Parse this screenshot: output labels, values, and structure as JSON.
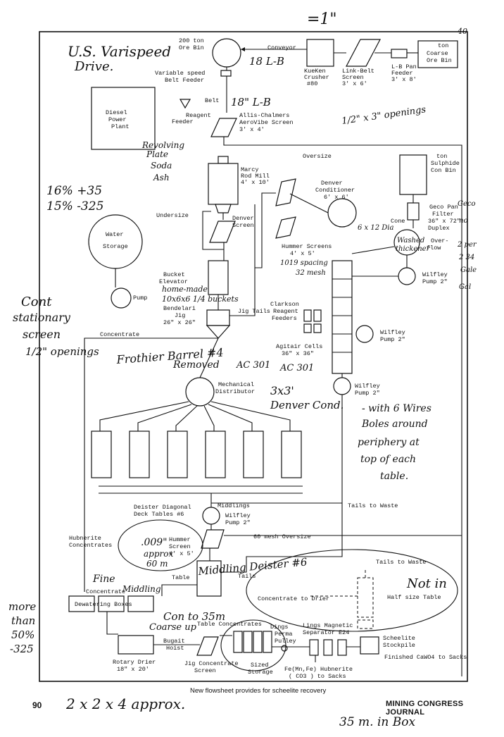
{
  "caption": "New flowsheet provides for scheelite recovery",
  "footer": {
    "page_number": "90",
    "journal": "MINING CONGRESS JOURNAL"
  },
  "labels": {
    "ore_bin_200": [
      "200 ton",
      "Ore Bin"
    ],
    "conveyor": "Conveyor",
    "kueken": [
      "KueKen",
      "Crusher",
      "#80"
    ],
    "linkbelt": [
      "Link-Belt",
      "Screen",
      "3' x 6'"
    ],
    "lb_feeder": [
      "L-B Pan",
      "Feeder",
      "3' x 8'"
    ],
    "coarse_bin": [
      "ton",
      "Coarse",
      "Ore Bin"
    ],
    "variable_feeder": [
      "Variable speed",
      "Belt Feeder"
    ],
    "belt": "Belt",
    "diesel": [
      "Diesel",
      "Power",
      "Plant"
    ],
    "reagent_feeder": [
      "Reagent",
      "Feeder"
    ],
    "aerovibe": [
      "Allis-Chalmers",
      "AeroVibe Screen",
      "3' x 4'"
    ],
    "sulphide_bin": [
      "ton",
      "Sulphide",
      "Con Bin"
    ],
    "oversize": "Oversize",
    "marcy": [
      "Marcy",
      "Rod Mill",
      "4' x 10'"
    ],
    "denver_cond": [
      "Denver",
      "Conditioner",
      "6' x 6'"
    ],
    "geco": [
      "Geco Pan",
      "Filter",
      "36\" x 72\"",
      "Duplex"
    ],
    "undersize": "Undersize",
    "denver_screen": [
      "Denver",
      "Screen"
    ],
    "water": [
      "Water",
      "Storage"
    ],
    "pump": "Pump",
    "hummer_screens": [
      "Hummer Screens",
      "4' x 5'"
    ],
    "cone": "Cone",
    "overflow": [
      "Over-",
      "flow"
    ],
    "wilfley1": [
      "Wilfley",
      "Pump 2\""
    ],
    "bucket_elev": [
      "Bucket",
      "Elevator"
    ],
    "jig_tails": "Jig Tails",
    "clarkson": [
      "Clarkson",
      "Reagent",
      "Feeders"
    ],
    "bendelari": [
      "Bendelari",
      "Jig",
      "26\" x 26\""
    ],
    "wilfley2": [
      "Wilfley",
      "Pump 2\""
    ],
    "concentrate": "Concentrate",
    "agitair": [
      "Agitair Cells",
      "36\" x 36\""
    ],
    "mech_dist": [
      "Mechanical",
      "Distributor"
    ],
    "wilfley3": [
      "Wilfley",
      "Pump 2\""
    ],
    "deister": [
      "Deister Diagonal",
      "Deck Tables #6"
    ],
    "middlings": "Middlings",
    "tails_waste": "Tails to Waste",
    "wilfley4": [
      "Wilfley",
      "Pump 2\""
    ],
    "hubnerite_conc": [
      "Hubnerite",
      "Concentrates"
    ],
    "mesh60": "60 mesh Oversize",
    "hummer_screen": [
      "Hummer",
      "Screen",
      "4' x 5'"
    ],
    "table": "Table",
    "tails": "Tails",
    "tails_waste2": "Tails to Waste",
    "conc_drier": "Concentrate to Drier",
    "half_table": "Half size Table",
    "dewatering": [
      "Concentrate",
      "Dewatering Boxes"
    ],
    "table_conc": "Table Concentrates",
    "dings": [
      "Dings",
      "Perma",
      "Pulley"
    ],
    "lings": [
      "Lings Magnetic",
      "Separator E24"
    ],
    "scheelite": [
      "Scheelite",
      "Stockpile"
    ],
    "finished": "Finished CaWO4 to Sacks",
    "rotary": [
      "Rotary Drier",
      "18\" x 20'"
    ],
    "bugait": [
      "Bugait",
      "Hoist"
    ],
    "jig_screen": [
      "Jig Concentrate",
      "Screen"
    ],
    "sized": [
      "Sized",
      "Storage"
    ],
    "femn": [
      "Fe(Mn,Fe) Hubnerite",
      "( CO3 ) to Sacks"
    ]
  },
  "handwriting": {
    "top_inch": "=1\"",
    "us_varispeed": [
      "U.S. Varispeed",
      "Drive."
    ],
    "belt_18lb_top": "18 L-B",
    "belt_18lb": "18\" L-B",
    "coarse_num": "40",
    "opening": "1/2\" x 3\" openings",
    "revolving": [
      "Revolving",
      "Plate",
      "Soda",
      "Ash"
    ],
    "plus35": [
      "16% +35",
      "15% -325"
    ],
    "right_notes": [
      "Geco",
      "no",
      "2 per",
      "2 34",
      "Gale",
      "Gal"
    ],
    "washed": [
      "Washed",
      "thickener"
    ],
    "cone_dim": "6 x 12 Dia",
    "spacing": [
      "1019 spacing",
      "32 mesh"
    ],
    "home_made": [
      "home-made",
      "10x6x6 1/4 buckets"
    ],
    "cont": [
      "Cont",
      "stationary",
      "screen",
      "1/2\" openings"
    ],
    "frothier": [
      "Frothier Barrel #4",
      "Removed"
    ],
    "ac301a": "AC 301",
    "ac301b": "AC 301",
    "denver_cond2": [
      "3x3'",
      "Denver Cond."
    ],
    "with6": [
      "- with 6 Wires",
      "Boles around",
      "periphery at",
      "top of each",
      "table."
    ],
    "approx": [
      ".009\"",
      "approx",
      "60 m"
    ],
    "middling_deister": "Middling Deister #6",
    "fine": "Fine",
    "middling_small": "Middling",
    "not_in": [
      "Not in"
    ],
    "con_to_35": [
      "Con to 35m",
      "Coarse up"
    ],
    "more_than": [
      "more",
      "than",
      "50%",
      "-325"
    ],
    "bottom_approx": "2 x 2 x 4 approx.",
    "bottom_35m": "35 m. in Box"
  }
}
